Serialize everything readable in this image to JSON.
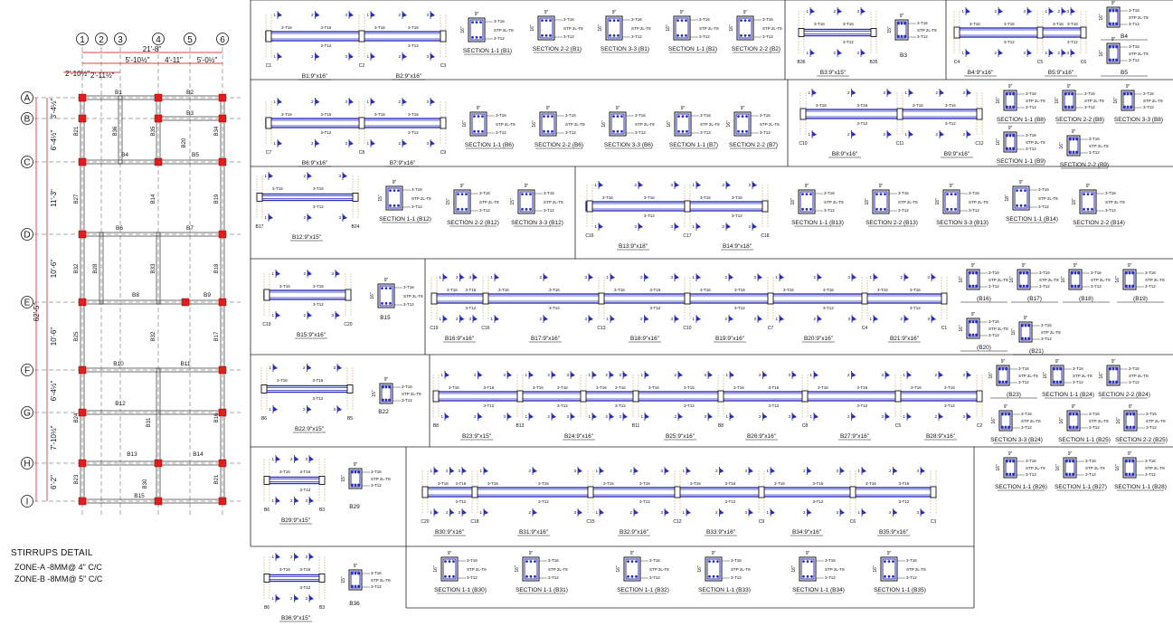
{
  "plan": {
    "grid_numbers": [
      "1",
      "2",
      "3",
      "4",
      "5",
      "6"
    ],
    "grid_letters": [
      "A",
      "B",
      "C",
      "D",
      "E",
      "F",
      "G",
      "H",
      "I"
    ],
    "top_dims": [
      {
        "text": "21'-8\""
      },
      {
        "text": "5'-10½\""
      },
      {
        "text": "4'-11\""
      },
      {
        "text": "5'-0½\""
      },
      {
        "text": "2'-10½\""
      },
      {
        "text": "2'-11½\""
      }
    ],
    "left_dims": [
      "3'-4½\"",
      "6'-4½\"",
      "11'-3\"",
      "10'-6\"",
      "10'-6\"",
      "6'-4½\"",
      "7'-10½\"",
      "6'-2\""
    ],
    "overall_left_dim": "62'-5\"",
    "beam_labels": [
      "B1",
      "B2",
      "B3",
      "B4",
      "B5",
      "B6",
      "B7",
      "B8",
      "B9",
      "B10",
      "B11",
      "B12",
      "B13",
      "B14",
      "B15",
      "B21",
      "B36",
      "B35",
      "B20",
      "B34",
      "B27",
      "B14",
      "B19",
      "B32",
      "B28",
      "B33",
      "B18",
      "B25",
      "B32",
      "B17",
      "B24",
      "B31",
      "B16",
      "B23",
      "B30"
    ]
  },
  "stirrups": {
    "title": "STIRRUPS DETAIL",
    "zones": [
      "ZONE-A -8MM@ 4\" C/C",
      "ZONE-B -8MM@ 5\" C/C"
    ]
  },
  "beams": [
    {
      "label": "B1:9\"x16\""
    },
    {
      "label": "B2:9\"x16\""
    },
    {
      "label": "B3:9\"x15\""
    },
    {
      "label": "B3"
    },
    {
      "label": "B4:9\"x16\""
    },
    {
      "label": "B5:9\"x16\""
    },
    {
      "label": "B6:9\"x16\""
    },
    {
      "label": "B7:9\"x16\""
    },
    {
      "label": "B8:9\"x16\""
    },
    {
      "label": "B9:9\"x16\""
    },
    {
      "label": "B12:9\"x15\""
    },
    {
      "label": "B13:9\"x18\""
    },
    {
      "label": "B14:9\"x18\""
    },
    {
      "label": "B15:9\"x16\""
    },
    {
      "label": "B15"
    },
    {
      "label": "B16:9\"x16\""
    },
    {
      "label": "B17:9\"x16\""
    },
    {
      "label": "B18:9\"x16\""
    },
    {
      "label": "B19:9\"x16\""
    },
    {
      "label": "B20:9\"x16\""
    },
    {
      "label": "B21:9\"x16\""
    },
    {
      "label": "B22:9\"x15\""
    },
    {
      "label": "B22"
    },
    {
      "label": "B23:9\"x15\""
    },
    {
      "label": "B24:9\"x16\""
    },
    {
      "label": "B25:9\"x16\""
    },
    {
      "label": "B26:9\"x16\""
    },
    {
      "label": "B27:9\"x16\""
    },
    {
      "label": "B28:9\"x16\""
    },
    {
      "label": "B29:9\"x15\""
    },
    {
      "label": "B29"
    },
    {
      "label": "B30:9\"x16\""
    },
    {
      "label": "B31:9\"x16\""
    },
    {
      "label": "B32:9\"x16\""
    },
    {
      "label": "B33:9\"x16\""
    },
    {
      "label": "B34:9\"x16\""
    },
    {
      "label": "B35:9\"x16\""
    },
    {
      "label": "B36:9\"x15\""
    },
    {
      "label": "B36"
    }
  ],
  "sections": [
    {
      "label": "SECTION 1-1 (B1)"
    },
    {
      "label": "SECTION 2-2 (B1)"
    },
    {
      "label": "SECTION 3-3 (B1)"
    },
    {
      "label": "SECTION 1-1 (B2)"
    },
    {
      "label": "SECTION 2-2 (B2)"
    },
    {
      "label": "B4"
    },
    {
      "label": "B5"
    },
    {
      "label": "SECTION 1-1 (B6)"
    },
    {
      "label": "SECTION 2-2 (B6)"
    },
    {
      "label": "SECTION 3-3 (B6)"
    },
    {
      "label": "SECTION 1-1 (B7)"
    },
    {
      "label": "SECTION 2-2 (B7)"
    },
    {
      "label": "SECTION 1-1 (B8)"
    },
    {
      "label": "SECTION 2-2 (B8)"
    },
    {
      "label": "SECTION 3-3 (B8)"
    },
    {
      "label": "SECTION 1-1 (B9)"
    },
    {
      "label": "SECTION 2-2 (B9)"
    },
    {
      "label": "SECTION 1-1 (B12)"
    },
    {
      "label": "SECTION 2-2 (B12)"
    },
    {
      "label": "SECTION 3-3 (B12)"
    },
    {
      "label": "SECTION 1-1 (B13)"
    },
    {
      "label": "SECTION 2-2 (B13)"
    },
    {
      "label": "SECTION 3-3 (B13)"
    },
    {
      "label": "SECTION 1-1 (B14)"
    },
    {
      "label": "SECTION 2-2 (B14)"
    },
    {
      "label": "(B16)"
    },
    {
      "label": "(B17)"
    },
    {
      "label": "(B18)"
    },
    {
      "label": "(B19)"
    },
    {
      "label": "(B20)"
    },
    {
      "label": "(B21)"
    },
    {
      "label": "(B23)"
    },
    {
      "label": "SECTION 1-1 (B24)"
    },
    {
      "label": "SECTION 2-2 (B24)"
    },
    {
      "label": "SECTION 3-3 (B24)"
    },
    {
      "label": "SECTION 1-1 (B25)"
    },
    {
      "label": "SECTION 2-2 (B25)"
    },
    {
      "label": "SECTION 1-1 (B26)"
    },
    {
      "label": "SECTION 1-1 (B27)"
    },
    {
      "label": "SECTION 1-1 (B28)"
    },
    {
      "label": "SECTION 1-1 (B30)"
    },
    {
      "label": "SECTION 1-1 (B31)"
    },
    {
      "label": "SECTION 1-1 (B32)"
    },
    {
      "label": "SECTION 1-1 (B33)"
    },
    {
      "label": "SECTION 1-1 (B34)"
    },
    {
      "label": "SECTION 1-1 (B35)"
    }
  ],
  "section_text": {
    "width": "9\"",
    "depth": "16\"",
    "depth_15": "15\"",
    "depth_18": "18\"",
    "top_bars": "3-T16",
    "stirrup": "STP 2L-T8",
    "bottom_bars": "3-T12"
  },
  "columns": [
    "C1",
    "C2",
    "C3",
    "C4",
    "C5",
    "C6",
    "C7",
    "C8",
    "C9",
    "C10",
    "C11",
    "C12",
    "C13",
    "C15",
    "C16",
    "C17",
    "C18",
    "C19",
    "C20"
  ],
  "bar_label": "3-T16",
  "bar_label_b": "3-T12"
}
